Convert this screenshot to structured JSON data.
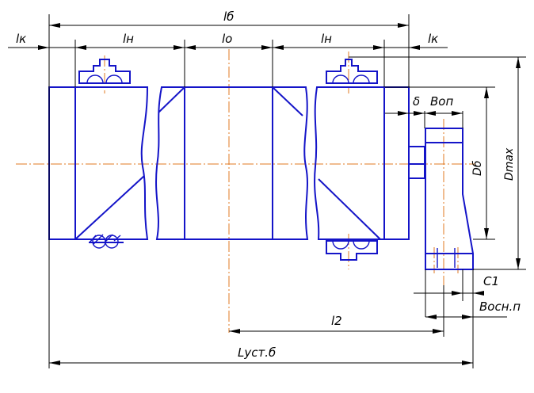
{
  "labels": {
    "l_b": "lб",
    "l_k_left": "lк",
    "l_n_left": "lн",
    "l_o": "lо",
    "l_n_right": "lн",
    "l_k_right": "lк",
    "delta": "δ",
    "b_op": "Bоп",
    "d_b": "Dб",
    "d_max": "Dmax",
    "c1": "C1",
    "b_osn_p": "Bосн.п",
    "l2": "l2",
    "l_ust_b": "Lуст.б"
  },
  "colors": {
    "outline": "#1414c8",
    "axis": "#e07820",
    "dimension": "#000000"
  }
}
